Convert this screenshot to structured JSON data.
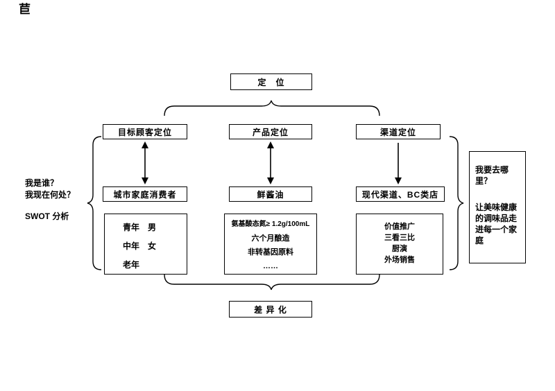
{
  "logo": {
    "glyph": "苣"
  },
  "top_box": {
    "label": "定　位"
  },
  "bottom_box": {
    "label": "差 异 化"
  },
  "columns": [
    {
      "header": "目标顾客定位",
      "mid": "城市家庭消费者",
      "details": [
        "青年　男",
        "中年　女",
        "老年"
      ]
    },
    {
      "header": "产品定位",
      "mid": "鲜酱油",
      "details": [
        "氨基酸态氮≥ 1.2g/100mL",
        "六个月酿造",
        "非转基因原料",
        "……"
      ]
    },
    {
      "header": "渠道定位",
      "mid": "现代渠道、BC类店",
      "details": [
        "价值推广",
        "三看三比",
        "厨演",
        "外场销售"
      ]
    }
  ],
  "left_note": {
    "line1": "我是谁？",
    "line2": "我现在何处？",
    "line3": "SWOT 分析"
  },
  "right_note": {
    "line1": "我要去哪里？",
    "line2": "让美味健康的调味品走进每一个家庭"
  },
  "colors": {
    "line": "#000000",
    "background": "#ffffff"
  }
}
